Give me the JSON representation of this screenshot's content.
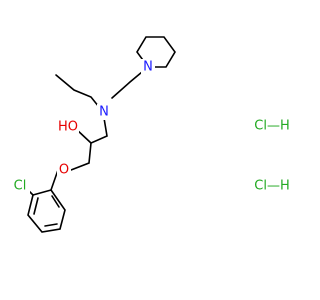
{
  "molecule": {
    "atoms": {
      "n_amine": {
        "text": "N",
        "color": "#1a1aff"
      },
      "n_piperidine": {
        "text": "N",
        "color": "#1a1aff"
      },
      "oh": {
        "text": "HO",
        "color": "#e60000"
      },
      "o_ether": {
        "text": "O",
        "color": "#e60000"
      },
      "cl_ring": {
        "text": "Cl",
        "color": "#22aa22"
      }
    },
    "salts": [
      {
        "text": "Cl—H",
        "color": "#22aa22"
      },
      {
        "text": "Cl—H",
        "color": "#22aa22"
      }
    ]
  }
}
